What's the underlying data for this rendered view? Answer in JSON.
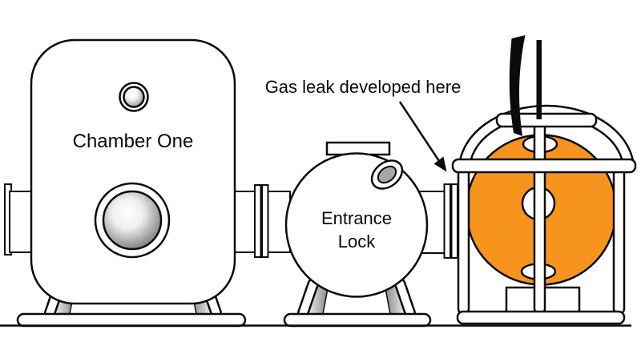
{
  "diagram": {
    "annotation": {
      "text": "Gas leak developed here"
    },
    "vessels": {
      "chamber_one": {
        "label": "Chamber One"
      },
      "entrance_lock": {
        "label": [
          "Entrance",
          "Lock"
        ]
      },
      "diving_bell": {
        "description": "orange transfer bell in lifting frame"
      }
    },
    "colors": {
      "bell_orange": "#F7941E",
      "outline_black": "#0a0a0a",
      "porthole_gray": "#8C8C8C",
      "window_gray": "#A6A6A6",
      "background": "#FFFFFF"
    }
  }
}
